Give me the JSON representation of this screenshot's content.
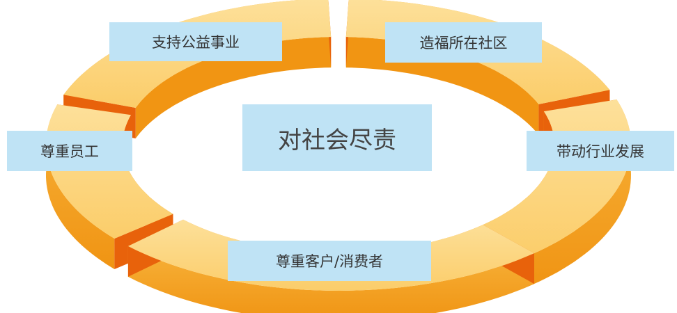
{
  "diagram": {
    "center": "对社会尽责",
    "items": [
      {
        "label": "支持公益事业"
      },
      {
        "label": "造福所在社区"
      },
      {
        "label": "尊重员工"
      },
      {
        "label": "带动行业发展"
      },
      {
        "label": "尊重客户/消费者"
      }
    ]
  },
  "colors": {
    "ring_top": "#fcd57c",
    "ring_outer": "#f5a623",
    "ring_outer_dark": "#f19513",
    "ring_cut": "#e8620b",
    "label_bg": "#bfe3f5",
    "text": "#333333"
  }
}
